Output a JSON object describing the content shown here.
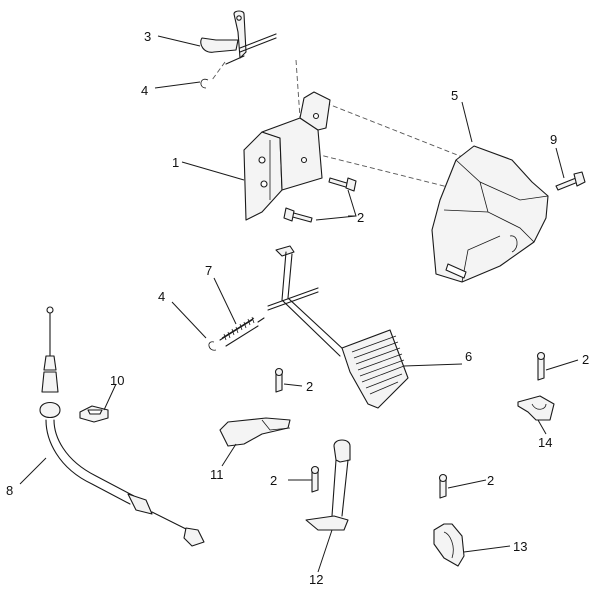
{
  "callouts": [
    {
      "id": "c3",
      "text": "3"
    },
    {
      "id": "c4a",
      "text": "4"
    },
    {
      "id": "c1",
      "text": "1"
    },
    {
      "id": "c2a",
      "text": "2"
    },
    {
      "id": "c5",
      "text": "5"
    },
    {
      "id": "c9",
      "text": "9"
    },
    {
      "id": "c7",
      "text": "7"
    },
    {
      "id": "c4b",
      "text": "4"
    },
    {
      "id": "c6",
      "text": "6"
    },
    {
      "id": "c10",
      "text": "10"
    },
    {
      "id": "c2b",
      "text": "2"
    },
    {
      "id": "c2c",
      "text": "2"
    },
    {
      "id": "c14",
      "text": "14"
    },
    {
      "id": "c11",
      "text": "11"
    },
    {
      "id": "c8",
      "text": "8"
    },
    {
      "id": "c2d",
      "text": "2"
    },
    {
      "id": "c2e",
      "text": "2"
    },
    {
      "id": "c13",
      "text": "13"
    },
    {
      "id": "c12",
      "text": "12"
    }
  ]
}
